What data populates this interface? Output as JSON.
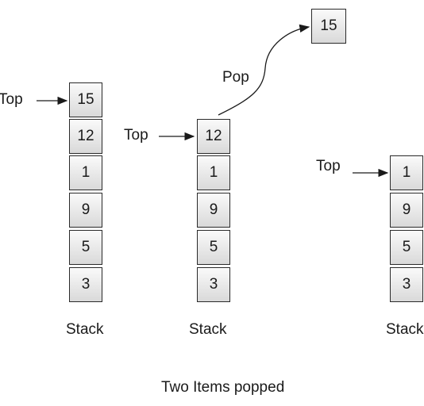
{
  "labels": {
    "top": "Top",
    "pop": "Pop",
    "stack": "Stack"
  },
  "stacks": [
    {
      "items": [
        "15",
        "12",
        "1",
        "9",
        "5",
        "3"
      ]
    },
    {
      "items": [
        "12",
        "1",
        "9",
        "5",
        "3"
      ]
    },
    {
      "items": [
        "1",
        "9",
        "5",
        "3"
      ]
    }
  ],
  "popped": {
    "value": "15"
  },
  "caption": "Two Items popped"
}
